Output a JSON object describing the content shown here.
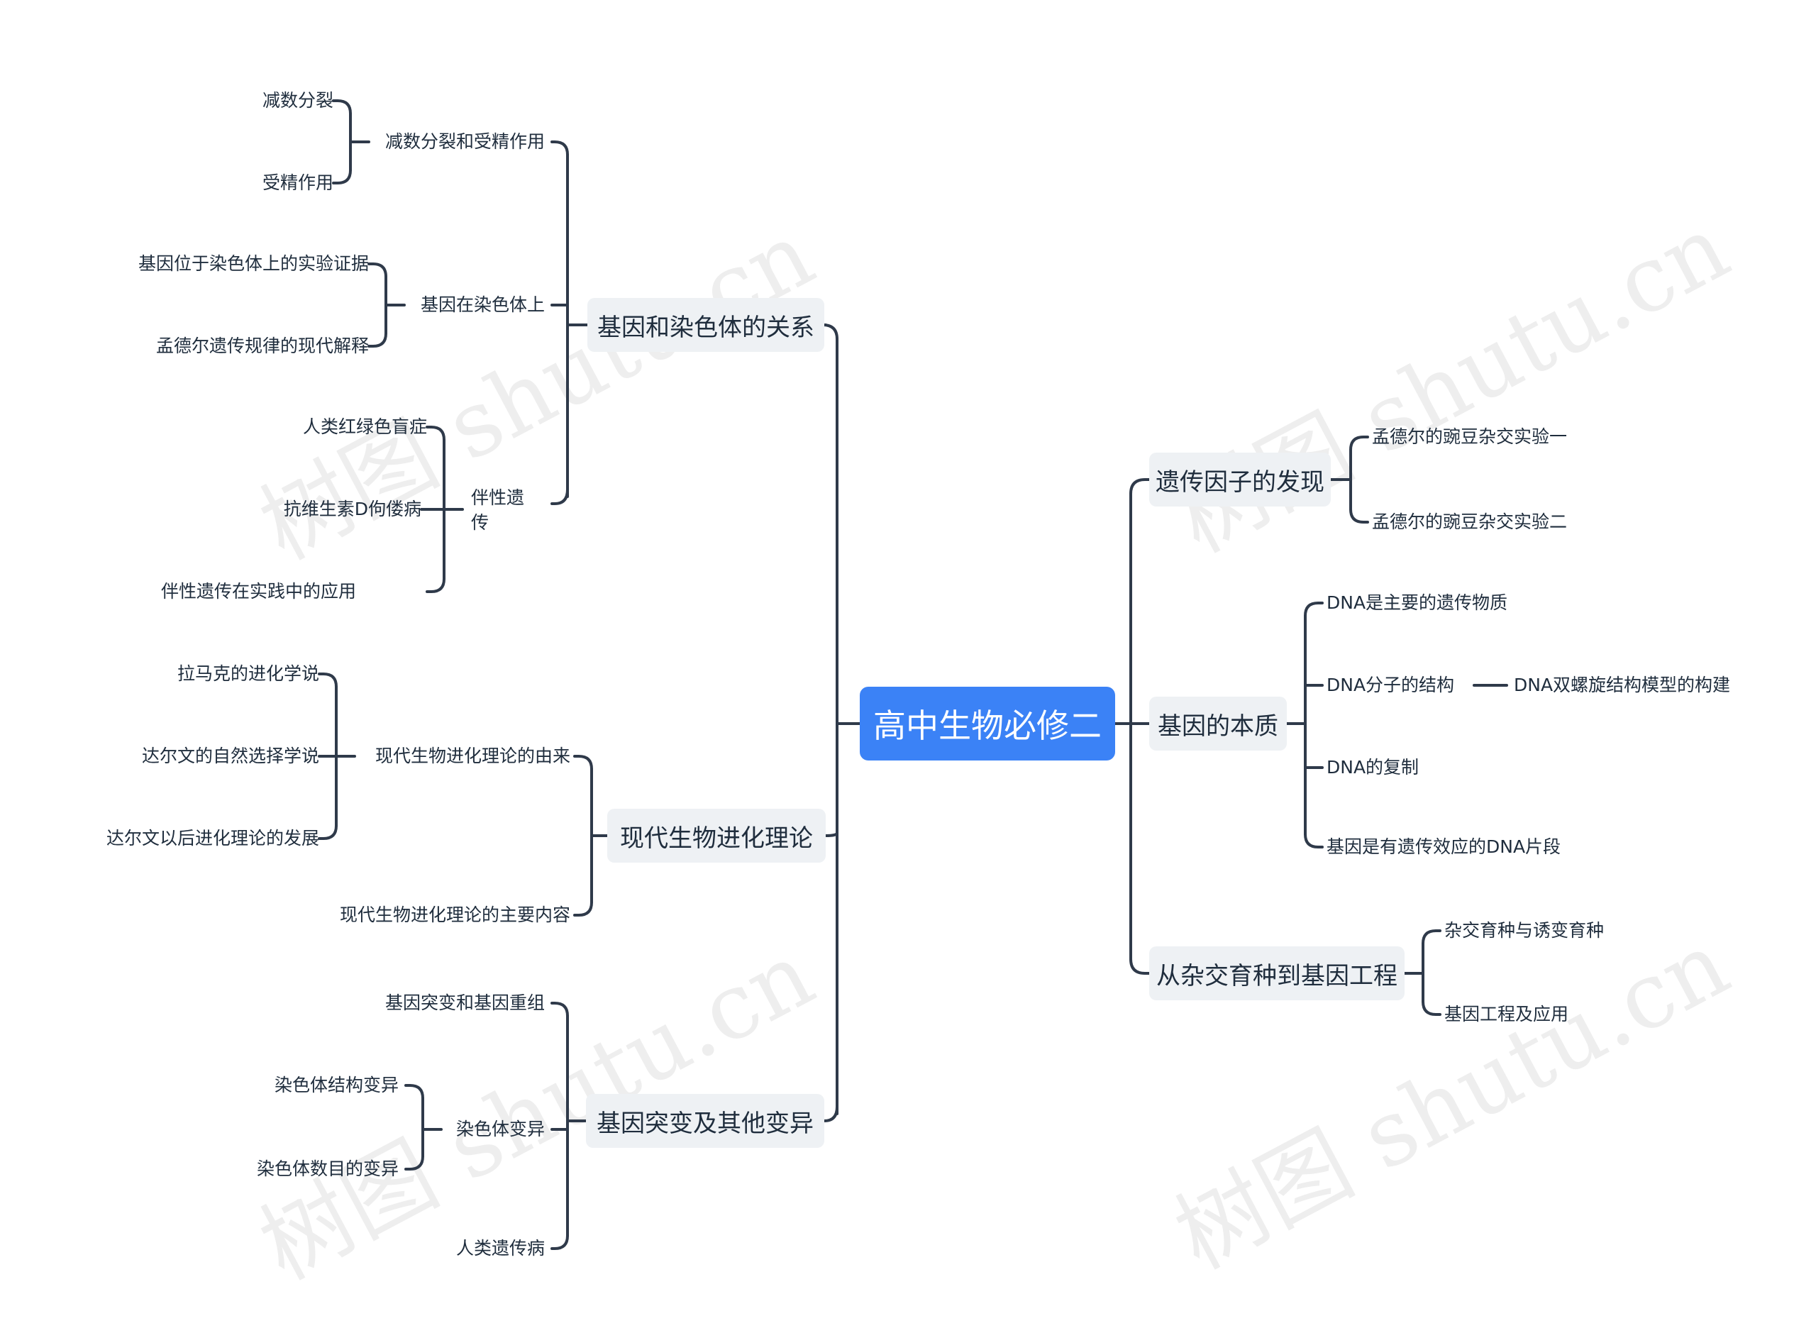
{
  "root": "高中生物必修二",
  "watermark": "树图 shutu.cn",
  "left": {
    "b1": {
      "label": "基因和染色体的关系",
      "c1": {
        "label": "减数分裂和受精作用",
        "items": [
          "减数分裂",
          "受精作用"
        ]
      },
      "c2": {
        "label": "基因在染色体上",
        "items": [
          "基因位于染色体上的实验证据",
          "孟德尔遗传规律的现代解释"
        ]
      },
      "c3": {
        "label": "伴性遗传",
        "items": [
          "人类红绿色盲症",
          "抗维生素D佝偻病",
          "伴性遗传在实践中的应用"
        ]
      }
    },
    "b2": {
      "label": "现代生物进化理论",
      "c1": {
        "label": "现代生物进化理论的由来",
        "items": [
          "拉马克的进化学说",
          "达尔文的自然选择学说",
          "达尔文以后进化理论的发展"
        ]
      },
      "c2": {
        "label": "现代生物进化理论的主要内容"
      }
    },
    "b3": {
      "label": "基因突变及其他变异",
      "c1": {
        "label": "基因突变和基因重组"
      },
      "c2": {
        "label": "染色体变异",
        "items": [
          "染色体结构变异",
          "染色体数目的变异"
        ]
      },
      "c3": {
        "label": "人类遗传病"
      }
    }
  },
  "right": {
    "b1": {
      "label": "遗传因子的发现",
      "items": [
        "孟德尔的豌豆杂交实验一",
        "孟德尔的豌豆杂交实验二"
      ]
    },
    "b2": {
      "label": "基因的本质",
      "items": [
        "DNA是主要的遗传物质",
        "DNA分子的结构",
        "DNA的复制",
        "基因是有遗传效应的DNA片段"
      ],
      "grandchild": "DNA双螺旋结构模型的构建"
    },
    "b3": {
      "label": "从杂交育种到基因工程",
      "items": [
        "杂交育种与诱变育种",
        "基因工程及应用"
      ]
    }
  },
  "colors": {
    "root": "#3b82f6",
    "main_bg": "#eef1f4",
    "line": "#2f3a4a",
    "text": "#1f2d3d"
  }
}
